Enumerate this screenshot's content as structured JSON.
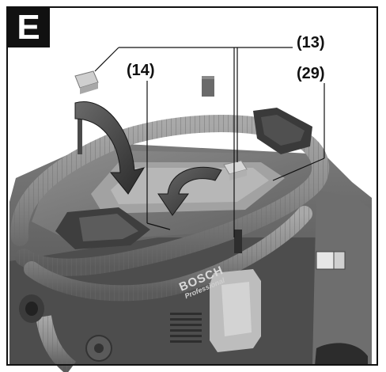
{
  "figure": {
    "section_label": "E",
    "callouts": {
      "c13": "(13)",
      "c14": "(14)",
      "c29": "(29)"
    },
    "brand": {
      "name": "BOSCH",
      "line": "Professional"
    }
  }
}
